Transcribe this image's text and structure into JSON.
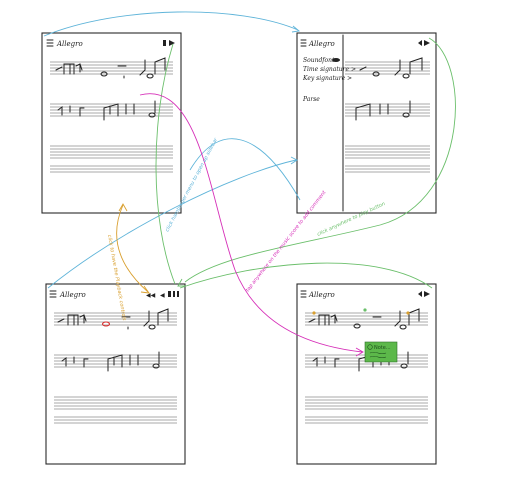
{
  "screens": {
    "top_left": {
      "title": "Allegro"
    },
    "top_right": {
      "title": "Allegro",
      "menu_items": [
        "Soundfont",
        "Time signature >",
        "Key signature >",
        "Parse"
      ]
    },
    "bottom_left": {
      "title": "Allegro"
    },
    "bottom_right": {
      "title": "Allegro",
      "note_popup_label": "Note..."
    }
  },
  "annotations": {
    "orange": "click to have the Playback controls",
    "blue": "click hamburger menu to open up sidebar",
    "green": "click anywhere to play button",
    "magenta": "tap anywhere on the music score to add comment"
  },
  "colors": {
    "orange": "#d9a030",
    "blue": "#5fb4d9",
    "green": "#6bbf6b",
    "magenta": "#d62fb8",
    "comment_box": "#5cb84a",
    "red_note": "#d83030"
  }
}
